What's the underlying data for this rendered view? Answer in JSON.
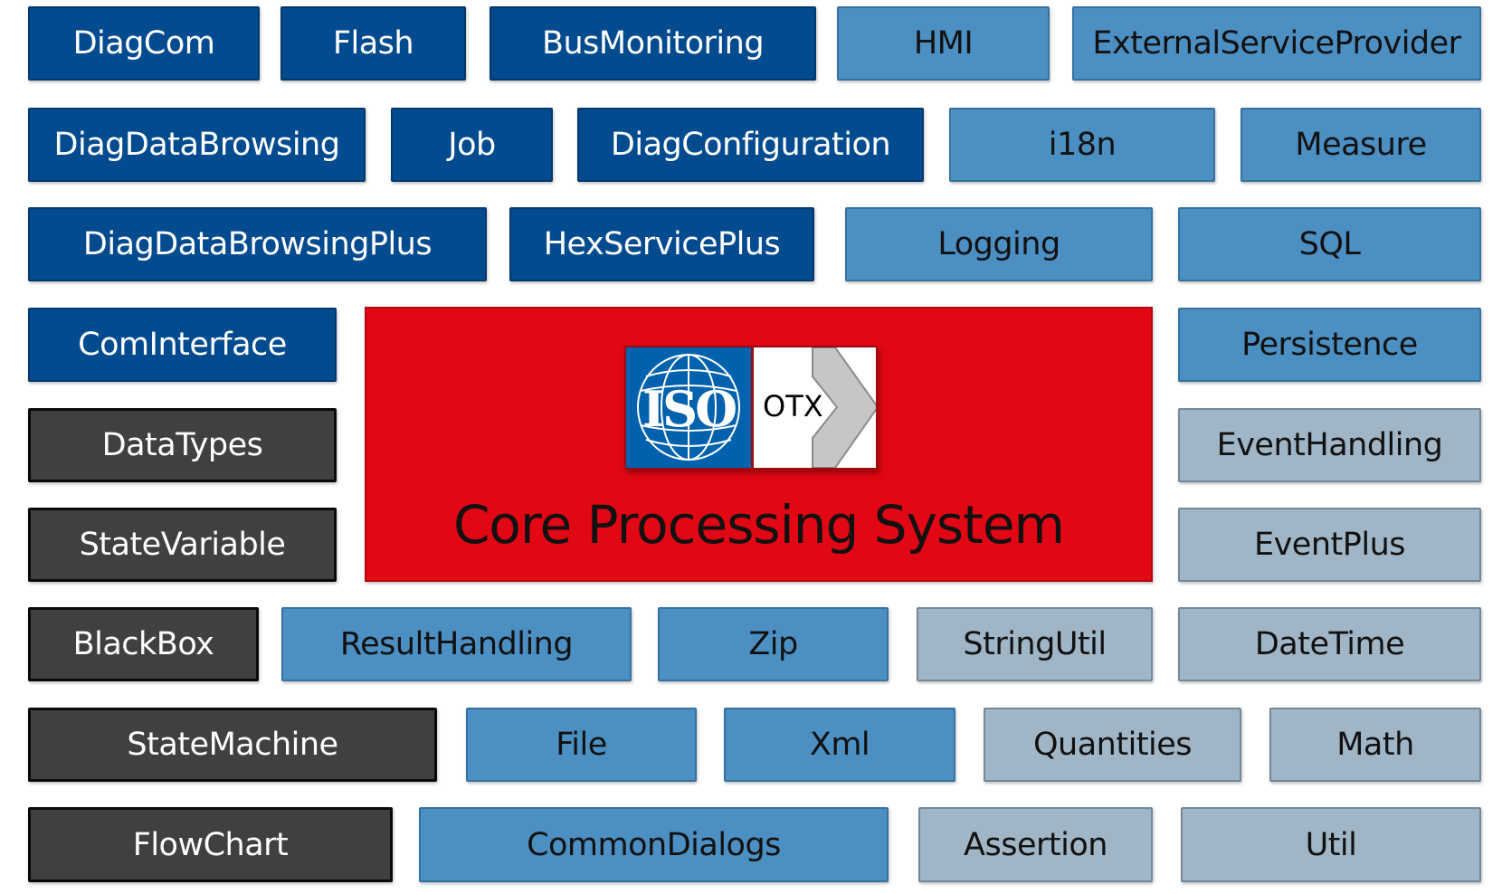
{
  "diagram": {
    "title": "OTX Extension Architecture",
    "colors": {
      "dark_blue": "#024b8f",
      "light_blue": "#4b8fc3",
      "gray_blue": "#a0b6c6",
      "dark_gray": "#404040",
      "core_red": "#e20714",
      "iso_blue": "#0061ad"
    },
    "core": {
      "title": "Core Processing System",
      "logo": {
        "left_text": "ISO",
        "right_text": "OTX",
        "icons": [
          "globe-icon",
          "chevron-right-icon"
        ]
      }
    },
    "rows": [
      [
        {
          "label": "DiagCom",
          "type": "darkblue"
        },
        {
          "label": "Flash",
          "type": "darkblue"
        },
        {
          "label": "BusMonitoring",
          "type": "darkblue"
        },
        {
          "label": "HMI",
          "type": "lightblue"
        },
        {
          "label": "ExternalServiceProvider",
          "type": "lightblue"
        }
      ],
      [
        {
          "label": "DiagDataBrowsing",
          "type": "darkblue"
        },
        {
          "label": "Job",
          "type": "darkblue"
        },
        {
          "label": "DiagConfiguration",
          "type": "darkblue"
        },
        {
          "label": "i18n",
          "type": "lightblue"
        },
        {
          "label": "Measure",
          "type": "lightblue"
        }
      ],
      [
        {
          "label": "DiagDataBrowsingPlus",
          "type": "darkblue"
        },
        {
          "label": "HexServicePlus",
          "type": "darkblue"
        },
        {
          "label": "Logging",
          "type": "lightblue"
        },
        {
          "label": "SQL",
          "type": "lightblue"
        }
      ],
      [
        {
          "label": "ComInterface",
          "type": "darkblue"
        },
        {
          "label": "Persistence",
          "type": "lightblue"
        }
      ],
      [
        {
          "label": "DataTypes",
          "type": "dark"
        },
        {
          "label": "EventHandling",
          "type": "gray"
        }
      ],
      [
        {
          "label": "StateVariable",
          "type": "dark"
        },
        {
          "label": "EventPlus",
          "type": "gray"
        }
      ],
      [
        {
          "label": "BlackBox",
          "type": "dark"
        },
        {
          "label": "ResultHandling",
          "type": "lightblue"
        },
        {
          "label": "Zip",
          "type": "lightblue"
        },
        {
          "label": "StringUtil",
          "type": "gray"
        },
        {
          "label": "DateTime",
          "type": "gray"
        }
      ],
      [
        {
          "label": "StateMachine",
          "type": "dark"
        },
        {
          "label": "File",
          "type": "lightblue"
        },
        {
          "label": "Xml",
          "type": "lightblue"
        },
        {
          "label": "Quantities",
          "type": "gray"
        },
        {
          "label": "Math",
          "type": "gray"
        }
      ],
      [
        {
          "label": "FlowChart",
          "type": "dark"
        },
        {
          "label": "CommonDialogs",
          "type": "lightblue"
        },
        {
          "label": "Assertion",
          "type": "gray"
        },
        {
          "label": "Util",
          "type": "gray"
        }
      ]
    ]
  }
}
